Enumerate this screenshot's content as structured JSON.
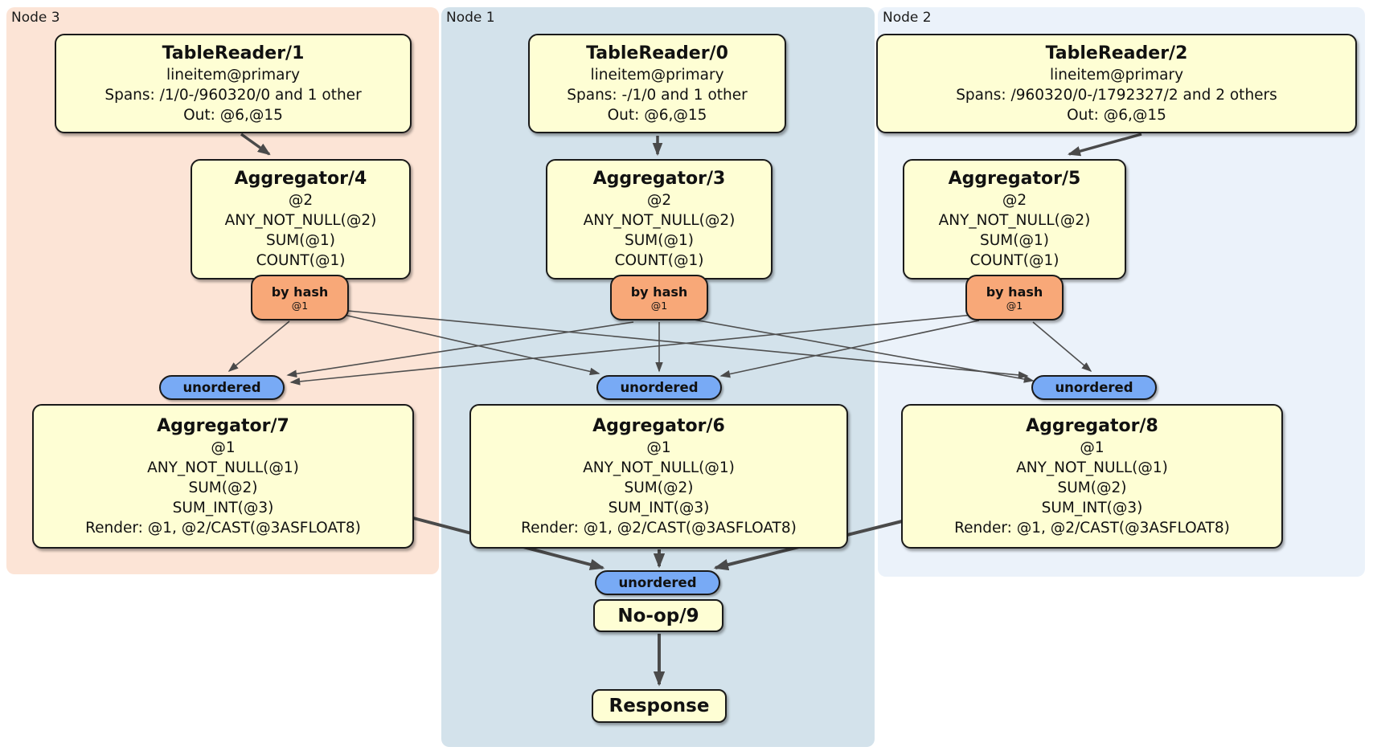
{
  "panels": [
    {
      "label": "Node 3"
    },
    {
      "label": "Node 1"
    },
    {
      "label": "Node 2"
    }
  ],
  "table_readers": [
    {
      "title": "TableReader/1",
      "index": "lineitem@primary",
      "spans": "Spans: /1/0-/960320/0 and 1 other",
      "out": "Out: @6,@15"
    },
    {
      "title": "TableReader/0",
      "index": "lineitem@primary",
      "spans": "Spans: -/1/0 and 1 other",
      "out": "Out: @6,@15"
    },
    {
      "title": "TableReader/2",
      "index": "lineitem@primary",
      "spans": "Spans: /960320/0-/1792327/2 and 2 others",
      "out": "Out: @6,@15"
    }
  ],
  "stage1_aggregators": [
    {
      "title": "Aggregator/4",
      "lines": [
        "@2",
        "ANY_NOT_NULL(@2)",
        "SUM(@1)",
        "COUNT(@1)"
      ]
    },
    {
      "title": "Aggregator/3",
      "lines": [
        "@2",
        "ANY_NOT_NULL(@2)",
        "SUM(@1)",
        "COUNT(@1)"
      ]
    },
    {
      "title": "Aggregator/5",
      "lines": [
        "@2",
        "ANY_NOT_NULL(@2)",
        "SUM(@1)",
        "COUNT(@1)"
      ]
    }
  ],
  "routers": [
    {
      "label": "by hash",
      "key": "@1"
    },
    {
      "label": "by hash",
      "key": "@1"
    },
    {
      "label": "by hash",
      "key": "@1"
    }
  ],
  "syncs": [
    {
      "label": "unordered"
    },
    {
      "label": "unordered"
    },
    {
      "label": "unordered"
    },
    {
      "label": "unordered"
    }
  ],
  "stage2_aggregators": [
    {
      "title": "Aggregator/7",
      "lines": [
        "@1",
        "ANY_NOT_NULL(@1)",
        "SUM(@2)",
        "SUM_INT(@3)",
        "Render: @1, @2/CAST(@3ASFLOAT8)"
      ]
    },
    {
      "title": "Aggregator/6",
      "lines": [
        "@1",
        "ANY_NOT_NULL(@1)",
        "SUM(@2)",
        "SUM_INT(@3)",
        "Render: @1, @2/CAST(@3ASFLOAT8)"
      ]
    },
    {
      "title": "Aggregator/8",
      "lines": [
        "@1",
        "ANY_NOT_NULL(@1)",
        "SUM(@2)",
        "SUM_INT(@3)",
        "Render: @1, @2/CAST(@3ASFLOAT8)"
      ]
    }
  ],
  "final": {
    "noop": "No-op/9",
    "response": "Response"
  },
  "colors": {
    "node3_panel": "#fce4d6",
    "node1_panel": "#d3e2eb",
    "node2_panel": "#ebf2fa",
    "processor_box": "#fefed4",
    "router_box": "#f8a878",
    "sync_pill": "#78aaf5",
    "edge": "#4a4a4a"
  }
}
